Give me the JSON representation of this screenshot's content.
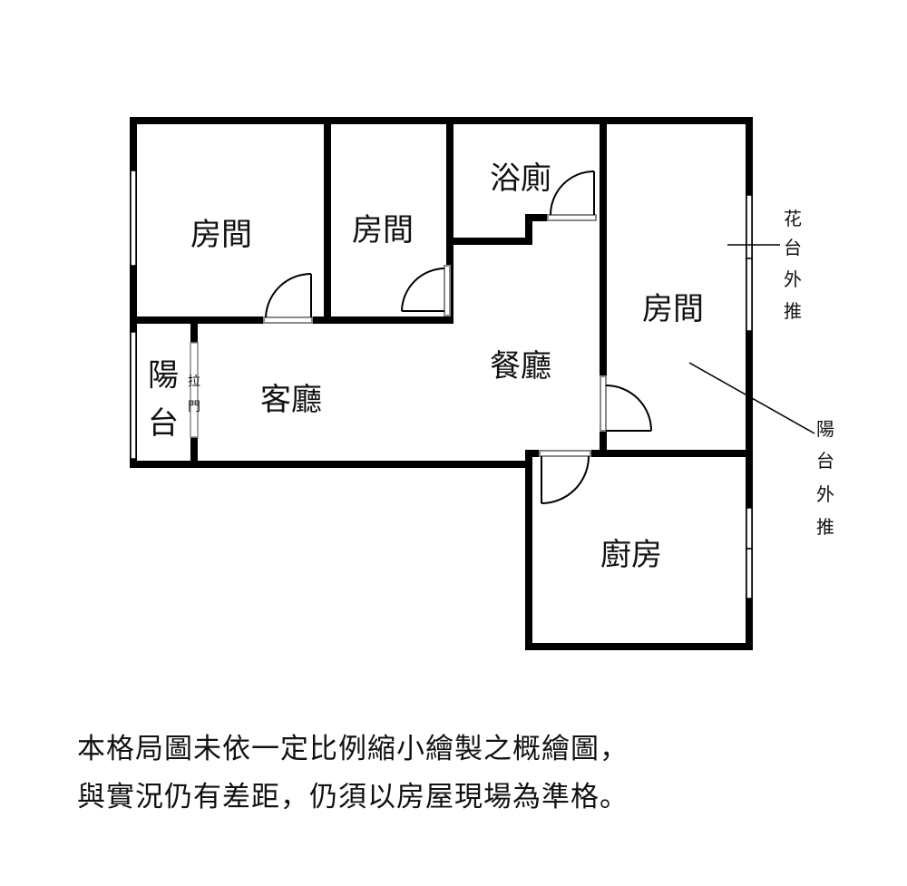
{
  "rooms": {
    "bedroom_1": "房間",
    "bedroom_2": "房間",
    "bathroom": "浴廁",
    "bedroom_3": "房間",
    "dining": "餐廳",
    "living": "客廳",
    "balcony": [
      "陽",
      "台"
    ],
    "sliding_door": [
      "拉",
      "門"
    ],
    "kitchen": "廚房"
  },
  "annotations": {
    "planter_push_out": [
      "花",
      "台",
      "外",
      "推"
    ],
    "balcony_push_out": [
      "陽",
      "台",
      "外",
      "推"
    ]
  },
  "caption": {
    "line1": "本格局圖未依一定比例縮小繪製之概繪圖，",
    "line2": "與實況仍有差距，仍須以房屋現場為準格。"
  }
}
